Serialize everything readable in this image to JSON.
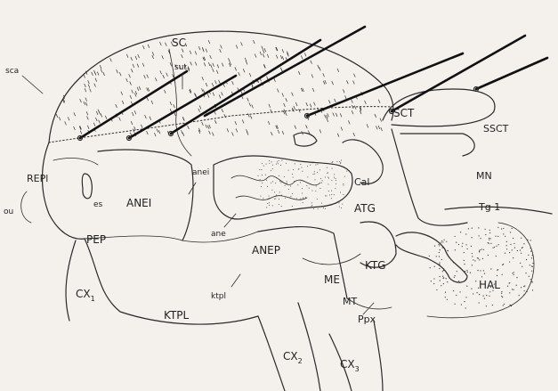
{
  "labels": {
    "sca": "sca",
    "sc": "SC",
    "sut": "sut",
    "sct": "SCT",
    "ssct": "SSCT",
    "repl": "REPl",
    "es": "es",
    "anei_small": "anei",
    "anei_big": "ANEI",
    "cal": "Cal",
    "mn": "MN",
    "ou": "ou",
    "atg": "ATG",
    "tg1": "Tg 1",
    "pep": "PEP",
    "ane": "ane",
    "anep": "ANEP",
    "ktg": "KTG",
    "hal": "HAL",
    "cx1": "CX",
    "cx1_sub": "1",
    "ktpl_small": "ktpl",
    "me": "ME",
    "ktpl_big": "KTPL",
    "mt": "MT",
    "ppx": "Ppx",
    "cx2": "CX",
    "cx2_sub": "2",
    "cx3": "CX",
    "cx3_sub": "3"
  },
  "colors": {
    "paper": "#f4f1ec",
    "ink": "#2a2a2a"
  }
}
